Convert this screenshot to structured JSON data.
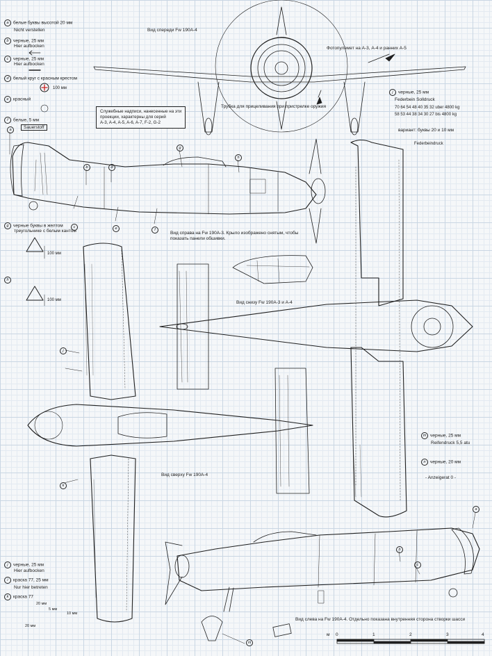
{
  "titles": {
    "front_view": "Вид спереди Fw 190A-4",
    "photo_mg": "Фотопулемет на А-3, А-4 и ранних А-5",
    "sight_tube": "Трубка для прицеливания при пристрелке оружия",
    "right_view": "Вид справа на Fw 190A-3. Крыло изображено снятым, чтобы показать панели обшивки.",
    "bottom_view": "Вид снизу Fw 190А-3 и А-4",
    "top_view": "Вид сверху Fw 190A-4",
    "left_view": "Вид слева на Fw 190A-4. Отдельно показана внутренняя сторона створки шасси"
  },
  "note_box": "Служебные надписи, нанесенные на эти\nпроекции, характерны для серий\nA-3, A-4, A-5, A-6, A-7, F-2, G-2",
  "legend_left": {
    "a": "белые буквы высотой 20 мм",
    "a_text": "Nicht verstellen",
    "b1": "черные, 25 мм",
    "b1_text": "Hier aufbocken",
    "c": "черные, 25 мм",
    "c_text": "Hier aufbocken",
    "d": "белый круг с красным крестом",
    "d_dim": "100 мм",
    "e": "красный",
    "f": "белые, 5 мм",
    "f_text": "Sauerstoff",
    "g1": "черные буквы в желтом",
    "g2": "треугольнике с белым кантом",
    "g_dim": "100 мм",
    "h_dim": "100 мм"
  },
  "legend_right": {
    "j": "черные, 25 мм",
    "j_head": "Federbein Solldruck",
    "j_row1": "70 64 54 48 40 35 32 uber 4800 kg",
    "j_row2": "58 53 44 38 34 30 27  bis 4800 kg",
    "variant": "вариант: буквы 20 и 10 мм",
    "variant_text": "Federbeindruck",
    "m": "черные, 25 мм",
    "m_text": "Reifendruck 5,5 atu",
    "n": "черные, 20 мм",
    "n_text": "- Anzeigerat  0 -"
  },
  "legend_bottom": {
    "j": "черные, 25 мм",
    "j_text": "Hier aufbocken",
    "i": "краска 77, 25 мм",
    "i_text": "Nur hier betreten",
    "k": "краска 77",
    "dim20a": "20 мм",
    "dim5": "5 мм",
    "dim10": "10 мм",
    "dim20b": "20 мм"
  },
  "scale_bar": {
    "unit": "м",
    "ticks": [
      "0",
      "1",
      "2",
      "3",
      "4"
    ]
  },
  "callouts": [
    "a",
    "b",
    "c",
    "d",
    "e",
    "f",
    "g",
    "h",
    "j",
    "k",
    "m"
  ],
  "colors": {
    "ink": "#1f1f1f",
    "grid_major": "#c9d6e3",
    "grid_minor": "#e3eaf1"
  }
}
